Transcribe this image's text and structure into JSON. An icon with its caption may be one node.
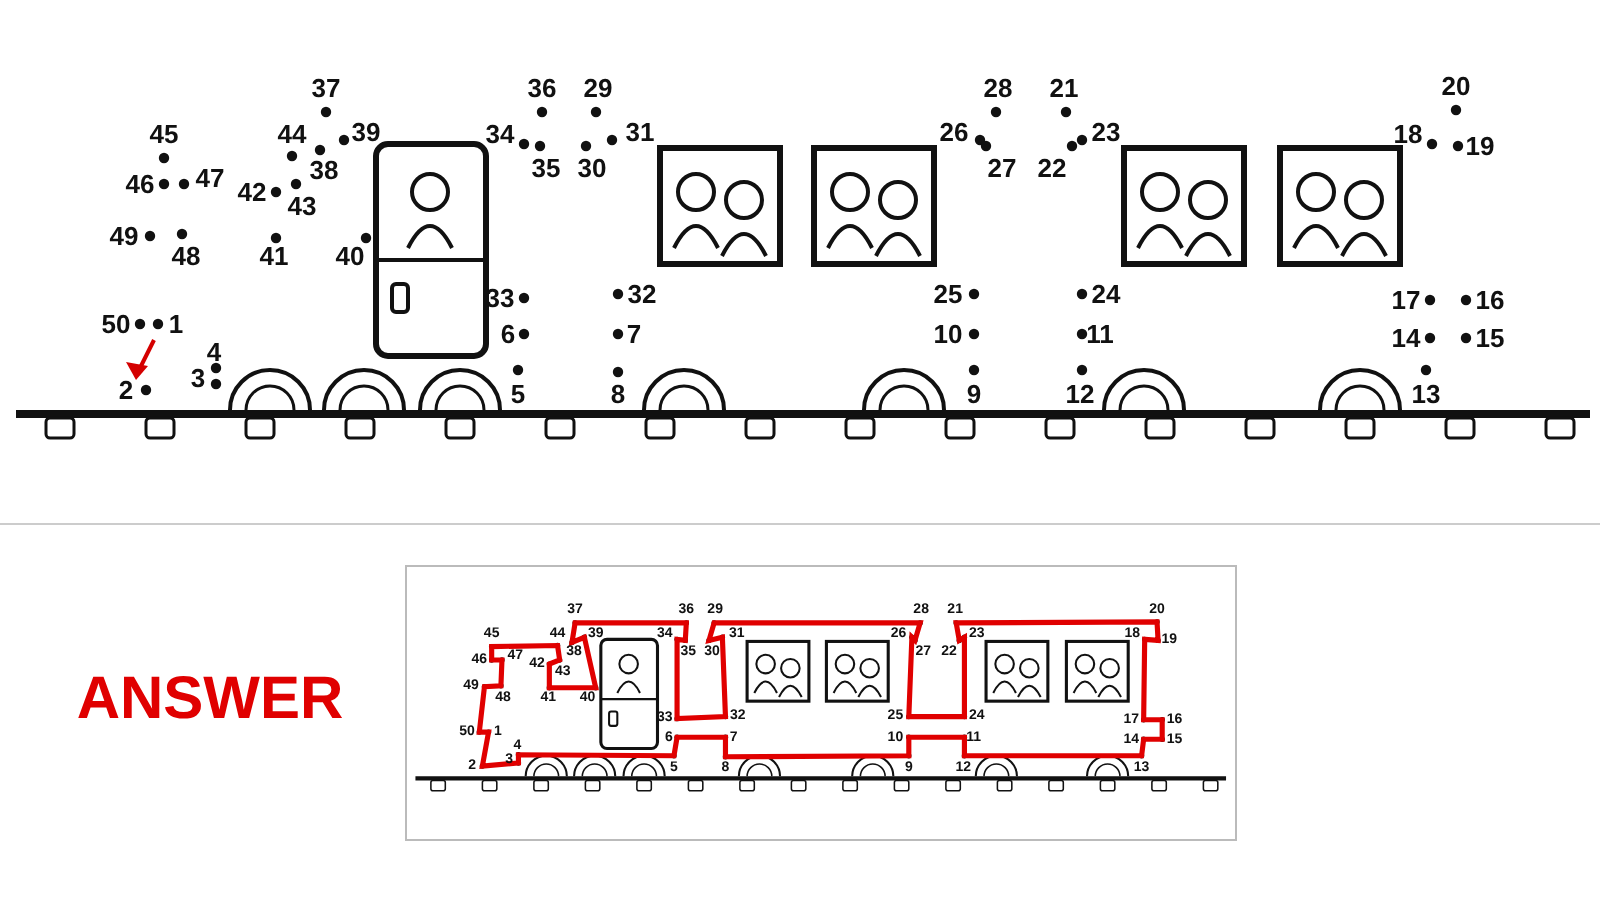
{
  "diagram": {
    "labels": [
      "1",
      "2",
      "3",
      "4",
      "5",
      "6",
      "7",
      "8",
      "9",
      "10",
      "11",
      "12",
      "13",
      "14",
      "15",
      "16",
      "17",
      "18",
      "19",
      "20",
      "21",
      "22",
      "23",
      "24",
      "25",
      "26",
      "27",
      "28",
      "29",
      "30",
      "31",
      "32",
      "33",
      "34",
      "35",
      "36",
      "37",
      "38",
      "39",
      "40",
      "41",
      "42",
      "43",
      "44",
      "45",
      "46",
      "47",
      "48",
      "49",
      "50",
      "ANSWER",
      "1",
      "2",
      "3",
      "4",
      "5",
      "6",
      "7",
      "8",
      "9",
      "10",
      "11",
      "12",
      "13",
      "14",
      "15",
      "16",
      "17",
      "18",
      "19",
      "20",
      "21",
      "22",
      "23",
      "24",
      "25",
      "26",
      "27",
      "28",
      "29",
      "30",
      "31",
      "32",
      "33",
      "34",
      "35",
      "36",
      "37",
      "38",
      "39",
      "40",
      "41",
      "42",
      "43",
      "44",
      "45",
      "46",
      "47",
      "48",
      "49",
      "50"
    ]
  }
}
